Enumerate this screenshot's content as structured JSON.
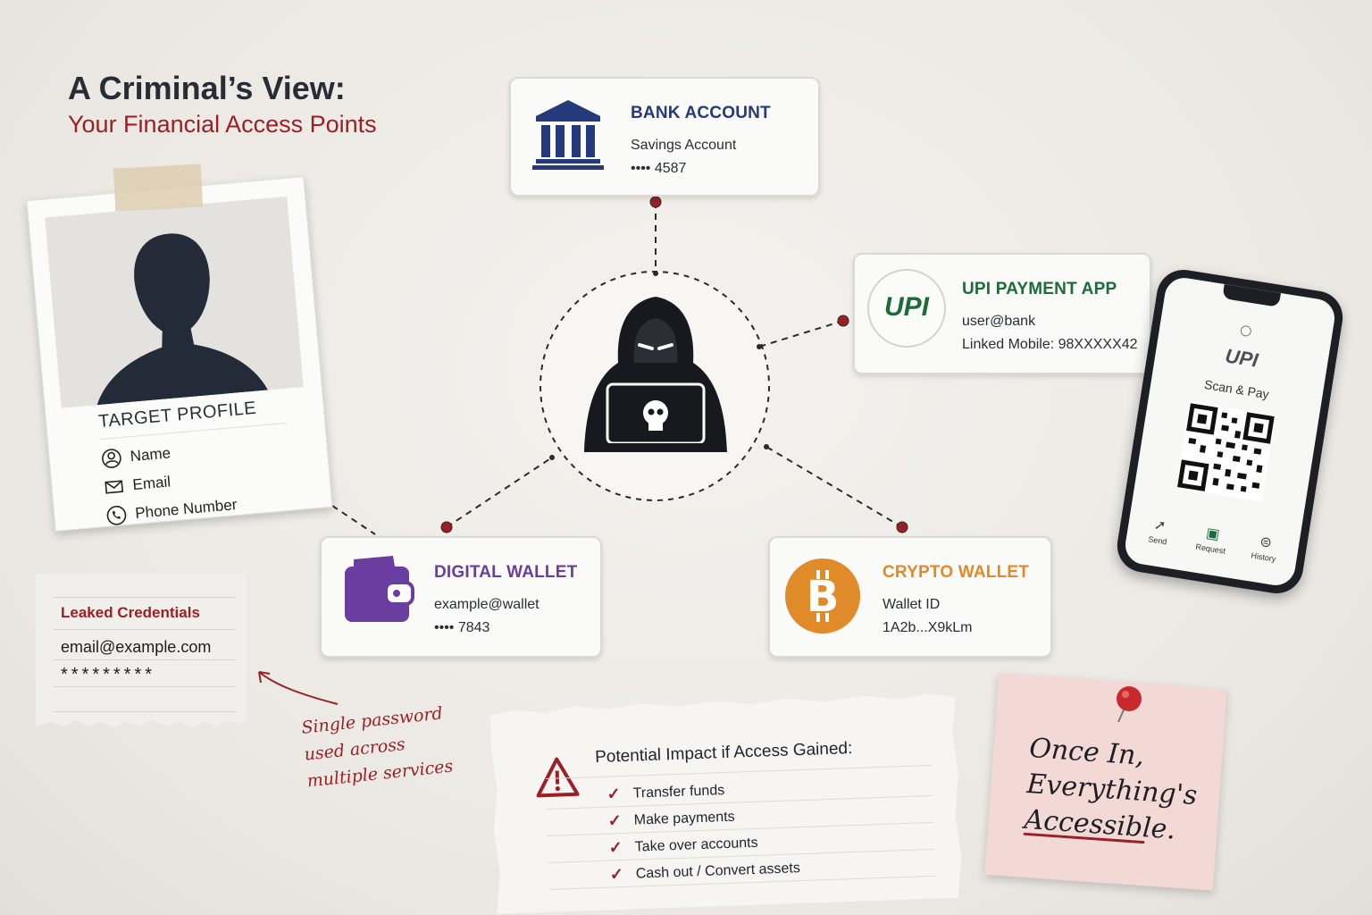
{
  "title": "A Criminal’s View:",
  "subtitle": "Your Financial Access Points",
  "profile": {
    "title": "TARGET PROFILE",
    "fields": [
      "Name",
      "Email",
      "Phone Number"
    ]
  },
  "bank": {
    "title": "BANK ACCOUNT",
    "line1": "Savings Account",
    "line2": "•••• 4587",
    "icon": "bank-icon",
    "color": "#243a7a"
  },
  "upi": {
    "title": "UPI PAYMENT APP",
    "logo": "UPI",
    "line1": "user@bank",
    "line2": "Linked Mobile: 98XXXXX42",
    "color": "#1e6b3a"
  },
  "wallet": {
    "title": "DIGITAL WALLET",
    "line1": "example@wallet",
    "line2": "•••• 7843",
    "icon": "wallet-icon",
    "color": "#6a3ea0"
  },
  "crypto": {
    "title": "CRYPTO WALLET",
    "line1": "Wallet ID",
    "line2": "1A2b...X9kLm",
    "icon": "bitcoin-icon",
    "color": "#e08a2a"
  },
  "leaked": {
    "title": "Leaked Credentials",
    "email": "email@example.com",
    "password": "*********"
  },
  "note": [
    "Single password",
    "used across",
    "multiple services"
  ],
  "impact": {
    "title": "Potential Impact if Access Gained:",
    "items": [
      "Transfer funds",
      "Make payments",
      "Take over accounts",
      "Cash out / Convert assets"
    ]
  },
  "sticky": {
    "lines": [
      "Once In,",
      "Everything's",
      "Accessible."
    ]
  },
  "phone": {
    "logo": "UPI",
    "scan": "Scan & Pay",
    "nav": [
      "Send",
      "Request",
      "History"
    ]
  },
  "accent": "#9b2025"
}
